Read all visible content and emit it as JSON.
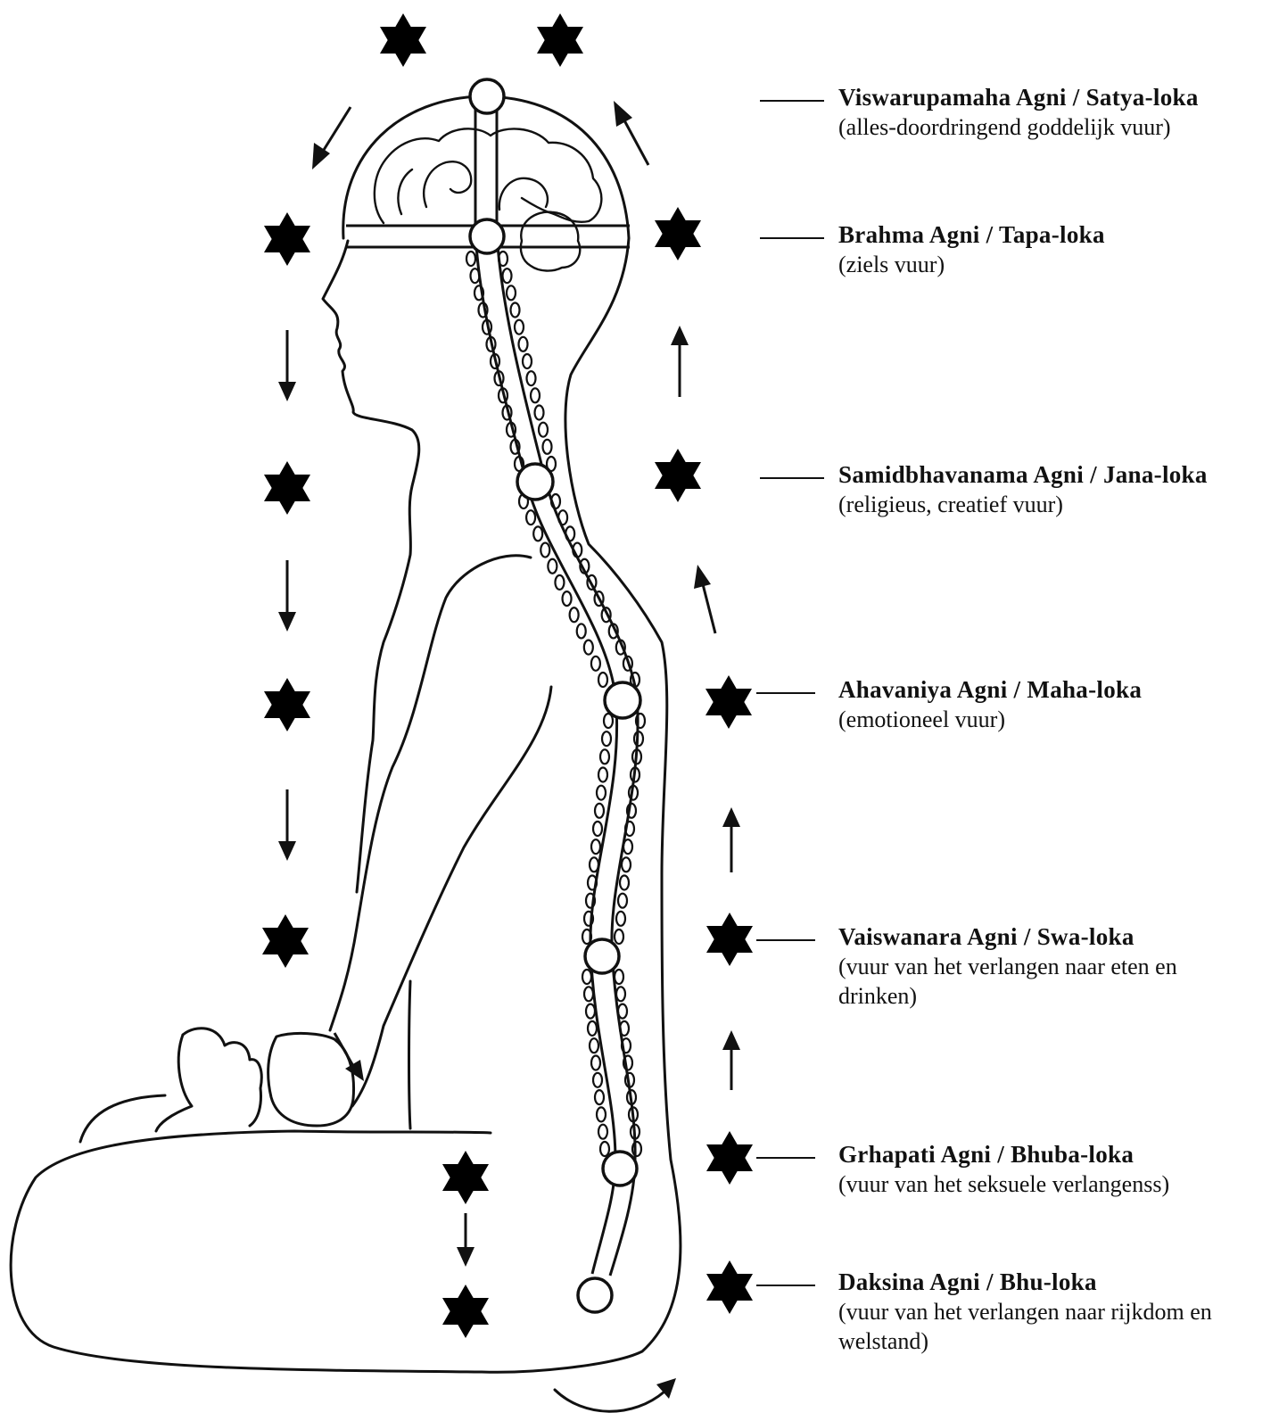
{
  "levels": [
    {
      "name": "Viswarupamaha Agni / Satya-loka",
      "description": "(alles-doordringend goddelijk vuur)"
    },
    {
      "name": "Brahma Agni / Tapa-loka",
      "description": "(ziels vuur)"
    },
    {
      "name": "Samidbhavanama Agni / Jana-loka",
      "description": "(religieus, creatief vuur)"
    },
    {
      "name": "Ahavaniya Agni / Maha-loka",
      "description": "(emotioneel vuur)"
    },
    {
      "name": "Vaiswanara Agni / Swa-loka",
      "description": "(vuur van het verlangen naar eten en drinken)"
    },
    {
      "name": "Grhapati Agni / Bhuba-loka",
      "description": "(vuur van het seksuele verlangenss)"
    },
    {
      "name": "Daksina Agni / Bhu-loka",
      "description": "(vuur van het verlangen naar rijkdom en welstand)"
    }
  ],
  "icons": {
    "star": "six-pointed-star-icon",
    "arrow": "arrow-icon",
    "chakra": "circle-node-icon"
  }
}
